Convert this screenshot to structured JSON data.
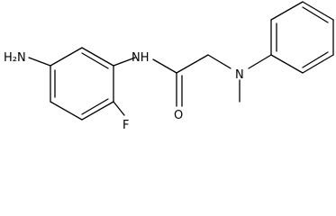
{
  "molecule": {
    "labels": {
      "amine": "H₂N",
      "amide_nh": "NH",
      "carbonyl_o": "O",
      "fluorine": "F",
      "tertiary_n": "N"
    }
  }
}
